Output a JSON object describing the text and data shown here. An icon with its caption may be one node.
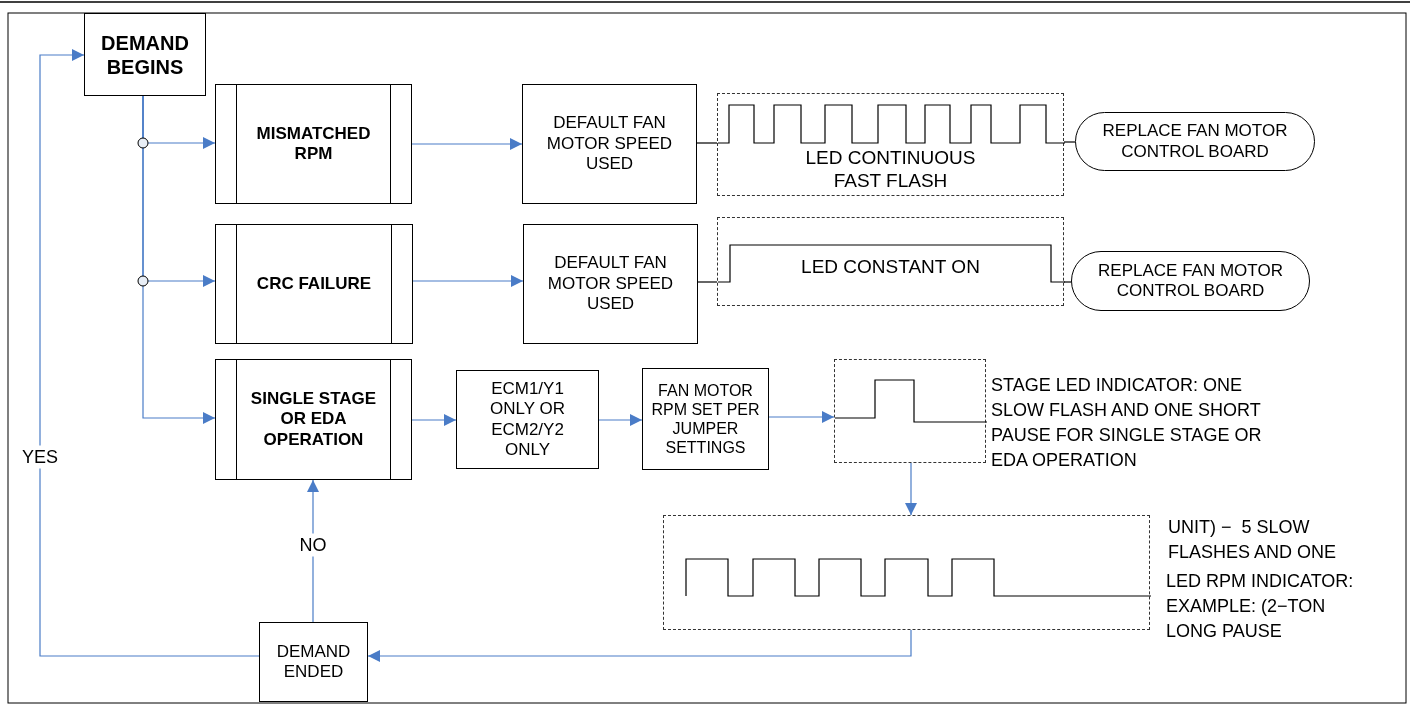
{
  "diagram": {
    "nodes": [
      {
        "text": [
          "DEMAND BEGINS"
        ]
      },
      {
        "text": [
          "MISMATCHED RPM"
        ]
      },
      {
        "text": [
          "CRC FAILURE"
        ]
      },
      {
        "text": [
          "SINGLE STAGE OR EDA OPERATION"
        ]
      },
      {
        "text": [
          "DEFAULT FAN MOTOR SPEED USED"
        ]
      },
      {
        "text": [
          "LED CONTINUOUS FAST FLASH"
        ]
      },
      {
        "text": [
          "REPLACE FAN MOTOR CONTROL BOARD"
        ]
      },
      {
        "text": [
          "DEFAULT FAN MOTOR SPEED USED"
        ]
      },
      {
        "text": [
          "LED CONSTANT ON"
        ]
      },
      {
        "text": [
          "REPLACE FAN MOTOR CONTROL BOARD"
        ]
      },
      {
        "text": [
          "ECM1/Y1 ONLY OR ECM2/Y2 ONLY"
        ]
      },
      {
        "text": [
          "FAN MOTOR RPM SET PER JUMPER SETTINGS"
        ]
      },
      {
        "text": [],
        "shape": "box",
        "beside": [
          "STAGE LED INDICATOR: ONE SLOW FLASH AND ONE SHORT PAUSE FOR SINGLE STAGE OR EDA OPERATION"
        ]
      },
      {
        "text": [],
        "shape": "box",
        "beside": [
          "UNIT) −  5 SLOW FLASHES AND ONE",
          "LED RPM INDICATOR: EXAMPLE: (2−TON LONG PAUSE"
        ]
      },
      {
        "text": [
          "DEMAND ENDED"
        ]
      }
    ],
    "edges": [
      {
        "from": 0,
        "to": 1,
        "arrow": "to"
      },
      {
        "from": 0,
        "to": 2,
        "arrow": "to"
      },
      {
        "from": 0,
        "to": 3,
        "arrow": "to"
      },
      {
        "from": 1,
        "to": 4,
        "arrow": "to"
      },
      {
        "from": 4,
        "to": 5,
        "arrow": "none",
        "color": "#000000"
      },
      {
        "from": 5,
        "to": 6,
        "arrow": "none",
        "color": "#000000"
      },
      {
        "from": 2,
        "to": 7,
        "arrow": "to"
      },
      {
        "from": 7,
        "to": 8,
        "arrow": "none",
        "color": "#000000"
      },
      {
        "from": 8,
        "to": 9,
        "arrow": "none",
        "color": "#000000"
      },
      {
        "from": 3,
        "to": 10,
        "arrow": "to"
      },
      {
        "from": 10,
        "to": 11,
        "arrow": "to"
      },
      {
        "from": 11,
        "to": 12,
        "arrow": "to"
      },
      {
        "from": 12,
        "to": 13,
        "arrow": "to"
      },
      {
        "from": 13,
        "to": 14,
        "arrow": "to"
      },
      {
        "from": 14,
        "to": 3,
        "arrow": "to",
        "label": "NO"
      },
      {
        "from": 14,
        "to": 0,
        "arrow": "to",
        "label": "YES"
      }
    ]
  }
}
